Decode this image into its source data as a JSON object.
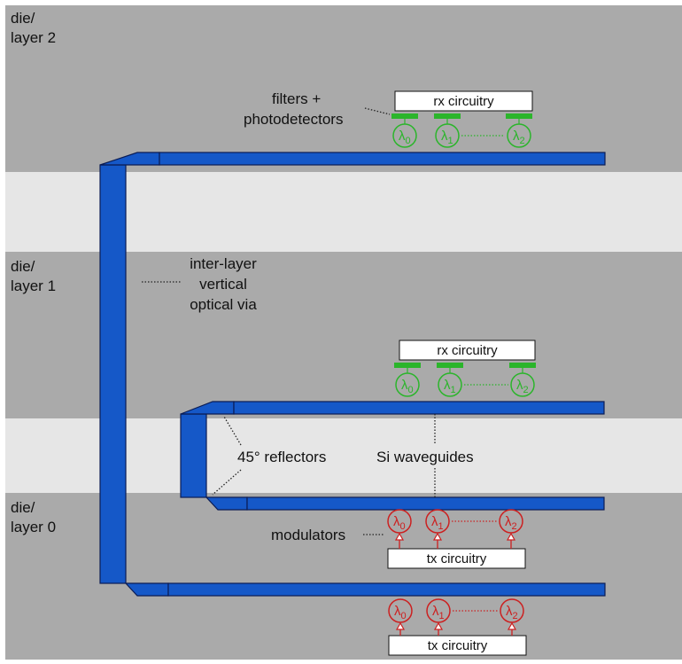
{
  "colors": {
    "die": "#aaaaaa",
    "bond": "#e6e6e6",
    "waveguide": "#1558c8",
    "waveguide_edge": "#0a1c55",
    "detector": "#2bb52b",
    "modulator": "#cc2020",
    "box_fill": "#ffffff"
  },
  "layers": [
    {
      "id": "layer2",
      "label_line1": "die/",
      "label_line2": "layer 2"
    },
    {
      "id": "layer1",
      "label_line1": "die/",
      "label_line2": "layer 1"
    },
    {
      "id": "layer0",
      "label_line1": "die/",
      "label_line2": "layer 0"
    }
  ],
  "annotations": {
    "filters_line1": "filters +",
    "filters_line2": "photodetectors",
    "via_line1": "inter-layer",
    "via_line2": "vertical",
    "via_line3": "optical via",
    "reflectors": "45° reflectors",
    "waveguides": "Si waveguides",
    "modulators": "modulators"
  },
  "boxes": {
    "rx_top": "rx circuitry",
    "rx_mid": "rx circuitry",
    "tx_mid": "tx circuitry",
    "tx_bottom": "tx circuitry"
  },
  "wavelengths": {
    "symbol": "λ",
    "indices": [
      "0",
      "1",
      "2"
    ]
  }
}
